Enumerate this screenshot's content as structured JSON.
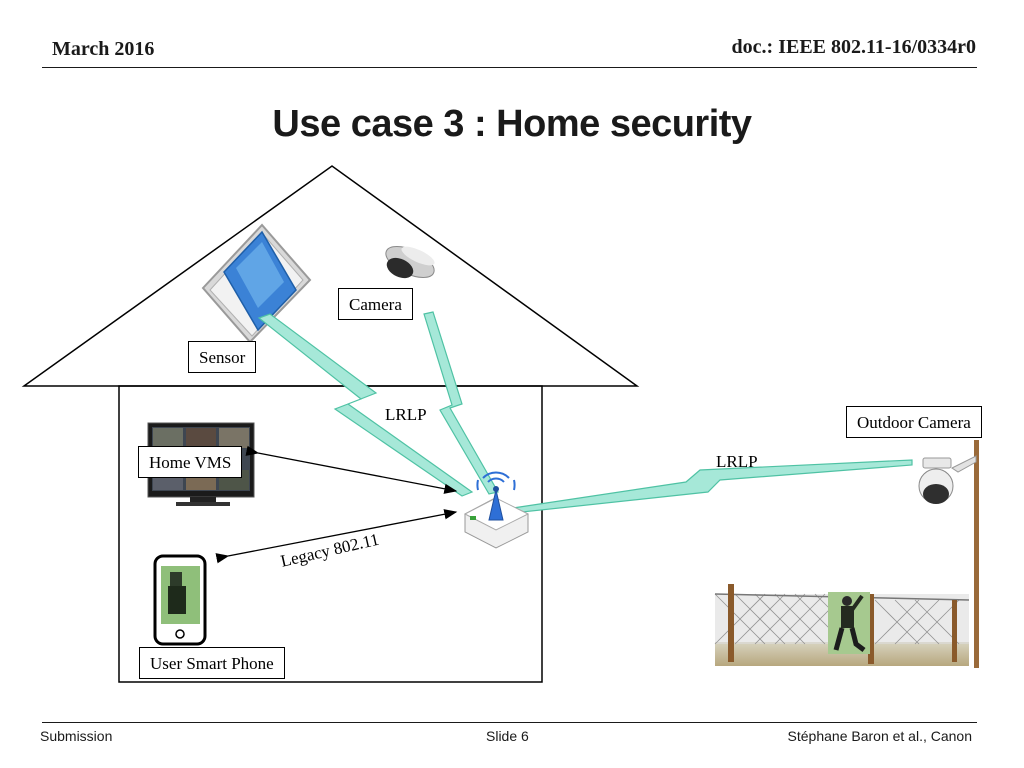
{
  "header": {
    "date": "March 2016",
    "doc_id": "doc.: IEEE 802.11-16/0334r0"
  },
  "slide": {
    "title": "Use case 3 : Home security"
  },
  "diagram": {
    "labels": {
      "sensor": "Sensor",
      "camera": "Camera",
      "outdoor_camera": "Outdoor Camera",
      "home_vms": "Home VMS",
      "user_smart_phone": "User Smart Phone"
    },
    "links": {
      "lrlp_indoor": "LRLP",
      "lrlp_outdoor": "LRLP",
      "legacy": "Legacy 802.11"
    }
  },
  "footer": {
    "left": "Submission",
    "center": "Slide 6",
    "right": "Stéphane Baron et al., Canon"
  }
}
